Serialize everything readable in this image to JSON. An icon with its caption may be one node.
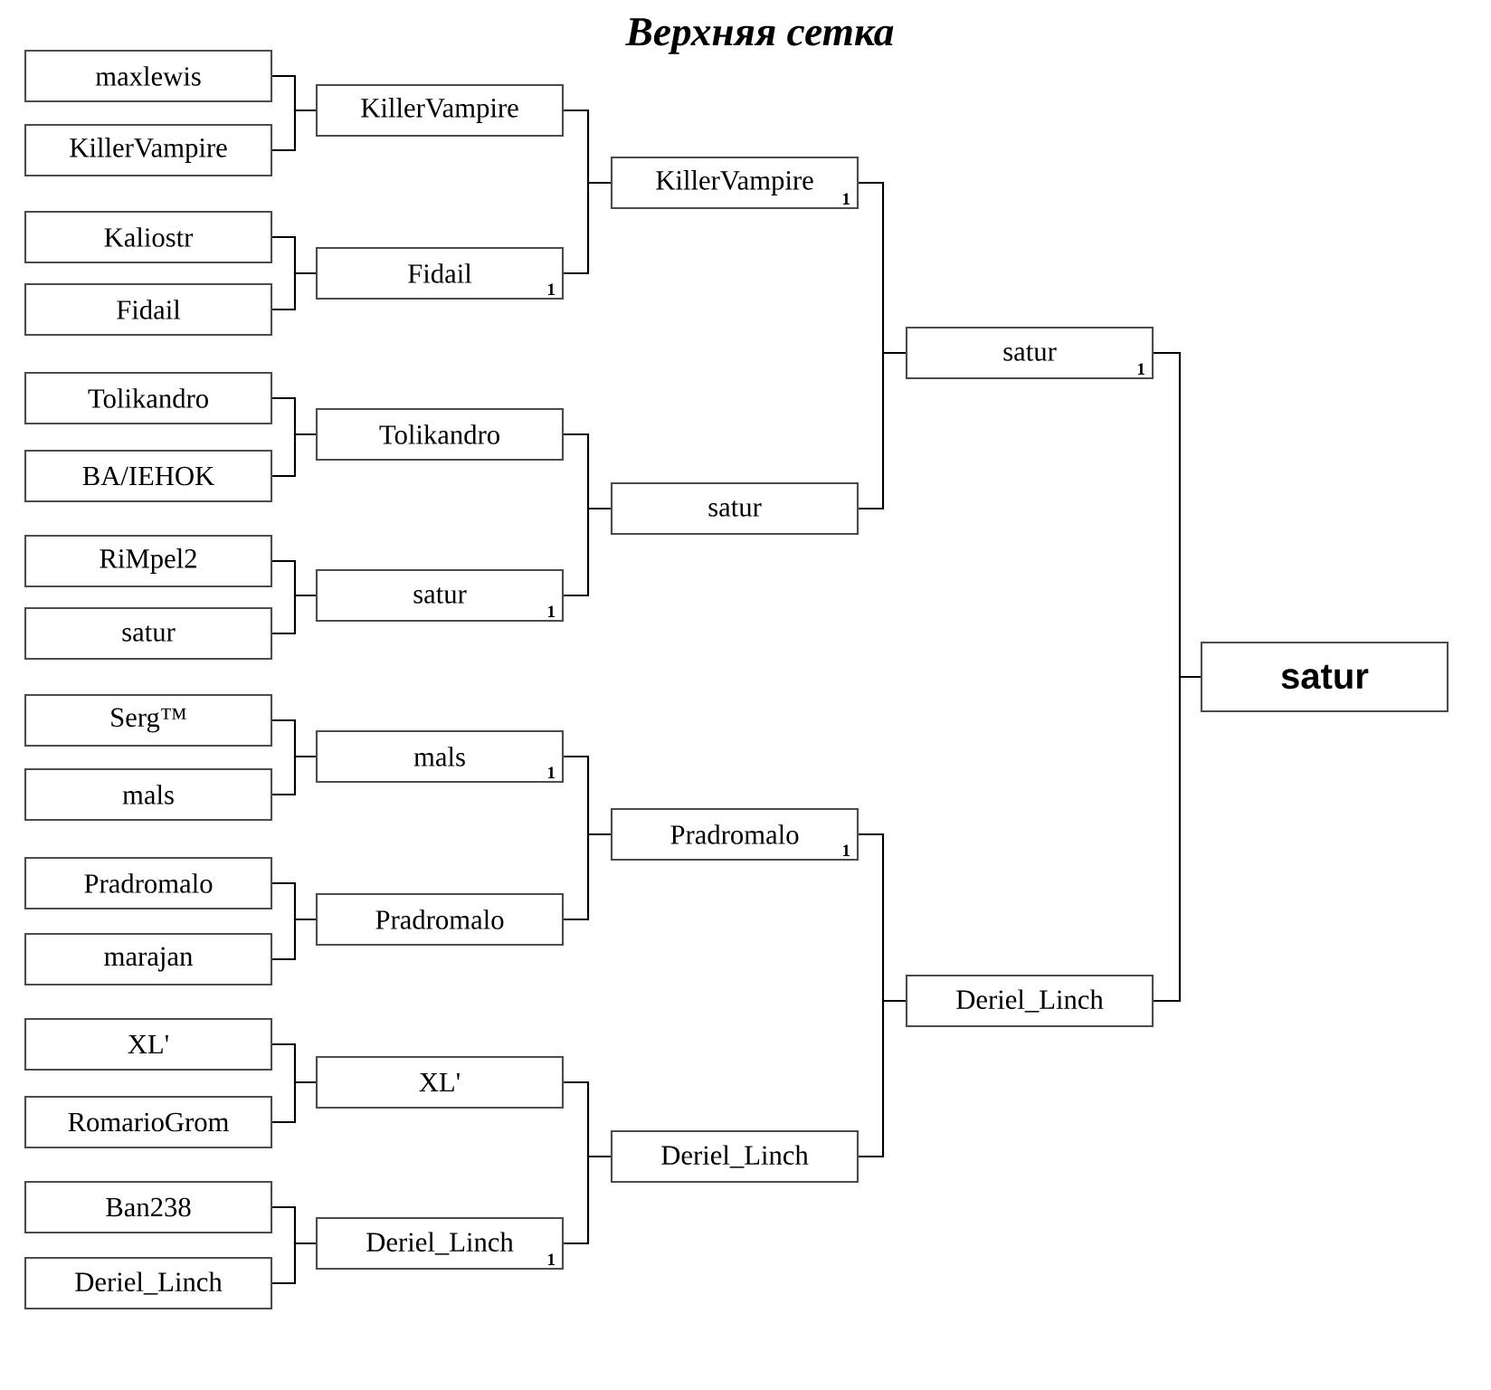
{
  "diagram": {
    "title": "Верхняя сетка",
    "nodes": [
      {
        "text": [
          "maxlewis"
        ]
      },
      {
        "text": [
          "KillerVampire"
        ]
      },
      {
        "text": [
          "Kaliostr"
        ]
      },
      {
        "text": [
          "Fidail"
        ]
      },
      {
        "text": [
          "Tolikandro"
        ]
      },
      {
        "text": [
          "BA/IEHOK"
        ]
      },
      {
        "text": [
          "RiMpel2"
        ]
      },
      {
        "text": [
          "satur"
        ]
      },
      {
        "text": [
          "Serg™"
        ]
      },
      {
        "text": [
          "mals"
        ]
      },
      {
        "text": [
          "Pradromalo"
        ]
      },
      {
        "text": [
          "marajan"
        ]
      },
      {
        "text": [
          "XL'"
        ]
      },
      {
        "text": [
          "RomarioGrom"
        ]
      },
      {
        "text": [
          "Ban238"
        ]
      },
      {
        "text": [
          "Deriel_Linch"
        ]
      },
      {
        "text": [
          "KillerVampire"
        ]
      },
      {
        "text": [
          "Fidail",
          "1"
        ]
      },
      {
        "text": [
          "Tolikandro"
        ]
      },
      {
        "text": [
          "satur",
          "1"
        ]
      },
      {
        "text": [
          "mals",
          "1"
        ]
      },
      {
        "text": [
          "Pradromalo"
        ]
      },
      {
        "text": [
          "XL'"
        ]
      },
      {
        "text": [
          "Deriel_Linch",
          "1"
        ]
      },
      {
        "text": [
          "KillerVampire",
          "1"
        ]
      },
      {
        "text": [
          "satur"
        ]
      },
      {
        "text": [
          "Pradromalo",
          "1"
        ]
      },
      {
        "text": [
          "Deriel_Linch"
        ]
      },
      {
        "text": [
          "satur",
          "1"
        ]
      },
      {
        "text": [
          "Deriel_Linch"
        ]
      },
      {
        "text": [
          "satur"
        ]
      }
    ],
    "edges": [
      {
        "from": 0,
        "to": 16,
        "arrow": "none"
      },
      {
        "from": 1,
        "to": 16,
        "arrow": "none"
      },
      {
        "from": 2,
        "to": 17,
        "arrow": "none"
      },
      {
        "from": 3,
        "to": 17,
        "arrow": "none"
      },
      {
        "from": 4,
        "to": 18,
        "arrow": "none"
      },
      {
        "from": 5,
        "to": 18,
        "arrow": "none"
      },
      {
        "from": 6,
        "to": 19,
        "arrow": "none"
      },
      {
        "from": 7,
        "to": 19,
        "arrow": "none"
      },
      {
        "from": 8,
        "to": 20,
        "arrow": "none"
      },
      {
        "from": 9,
        "to": 20,
        "arrow": "none"
      },
      {
        "from": 10,
        "to": 21,
        "arrow": "none"
      },
      {
        "from": 11,
        "to": 21,
        "arrow": "none"
      },
      {
        "from": 12,
        "to": 22,
        "arrow": "none"
      },
      {
        "from": 13,
        "to": 22,
        "arrow": "none"
      },
      {
        "from": 14,
        "to": 23,
        "arrow": "none"
      },
      {
        "from": 15,
        "to": 23,
        "arrow": "none"
      },
      {
        "from": 16,
        "to": 24,
        "arrow": "none"
      },
      {
        "from": 17,
        "to": 24,
        "arrow": "none"
      },
      {
        "from": 18,
        "to": 25,
        "arrow": "none"
      },
      {
        "from": 19,
        "to": 25,
        "arrow": "none"
      },
      {
        "from": 20,
        "to": 26,
        "arrow": "none"
      },
      {
        "from": 21,
        "to": 26,
        "arrow": "none"
      },
      {
        "from": 22,
        "to": 27,
        "arrow": "none"
      },
      {
        "from": 23,
        "to": 27,
        "arrow": "none"
      },
      {
        "from": 24,
        "to": 28,
        "arrow": "none"
      },
      {
        "from": 25,
        "to": 28,
        "arrow": "none"
      },
      {
        "from": 26,
        "to": 29,
        "arrow": "none"
      },
      {
        "from": 27,
        "to": 29,
        "arrow": "none"
      },
      {
        "from": 28,
        "to": 30,
        "arrow": "none"
      },
      {
        "from": 29,
        "to": 30,
        "arrow": "none"
      }
    ]
  }
}
